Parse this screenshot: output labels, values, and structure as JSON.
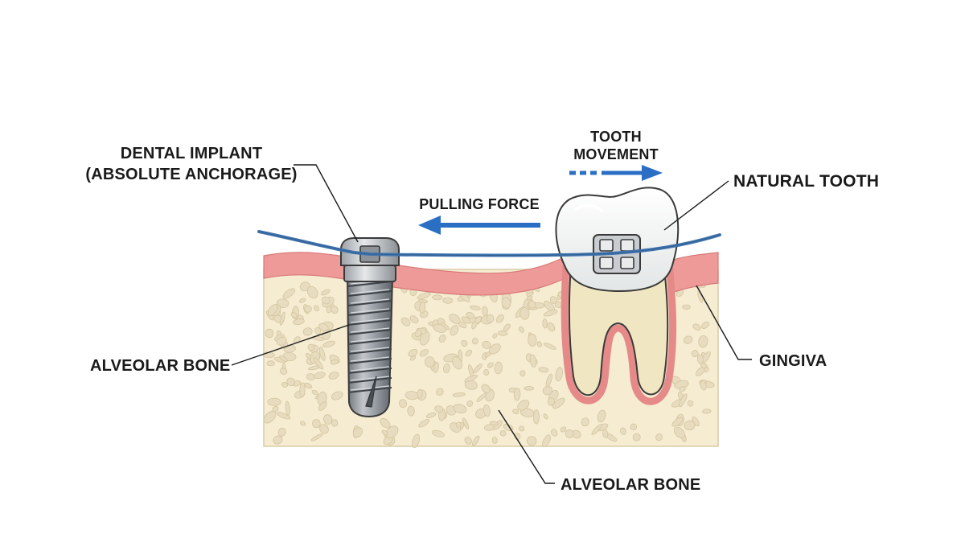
{
  "labels": {
    "implant_line1": "DENTAL IMPLANT",
    "implant_line2": "(ABSOLUTE ANCHORAGE)",
    "movement_line1": "TOOTH",
    "movement_line2": "MOVEMENT",
    "natural_tooth": "NATURAL TOOTH",
    "pulling_force": "PULLING FORCE",
    "alveolar_bone_left": "ALVEOLAR BONE",
    "gingiva": "GINGIVA",
    "alveolar_bone_bottom": "ALVEOLAR BONE"
  },
  "colors": {
    "arrow_blue": "#2a6fc4",
    "wire_blue": "#3f73ad",
    "bone_fill": "#f5ecd2",
    "bone_spot": "#e7dcc0",
    "gingiva": "#ee9a98",
    "implant_metal": "#8d9399",
    "tooth_enamel": "#f3f3f1",
    "tooth_root": "#f1e6c2"
  },
  "icons": {
    "pulling_force_arrow": "arrow-left-icon",
    "movement_arrow": "dashed-arrow-right-icon",
    "bracket": "orthodontic-bracket-icon"
  }
}
